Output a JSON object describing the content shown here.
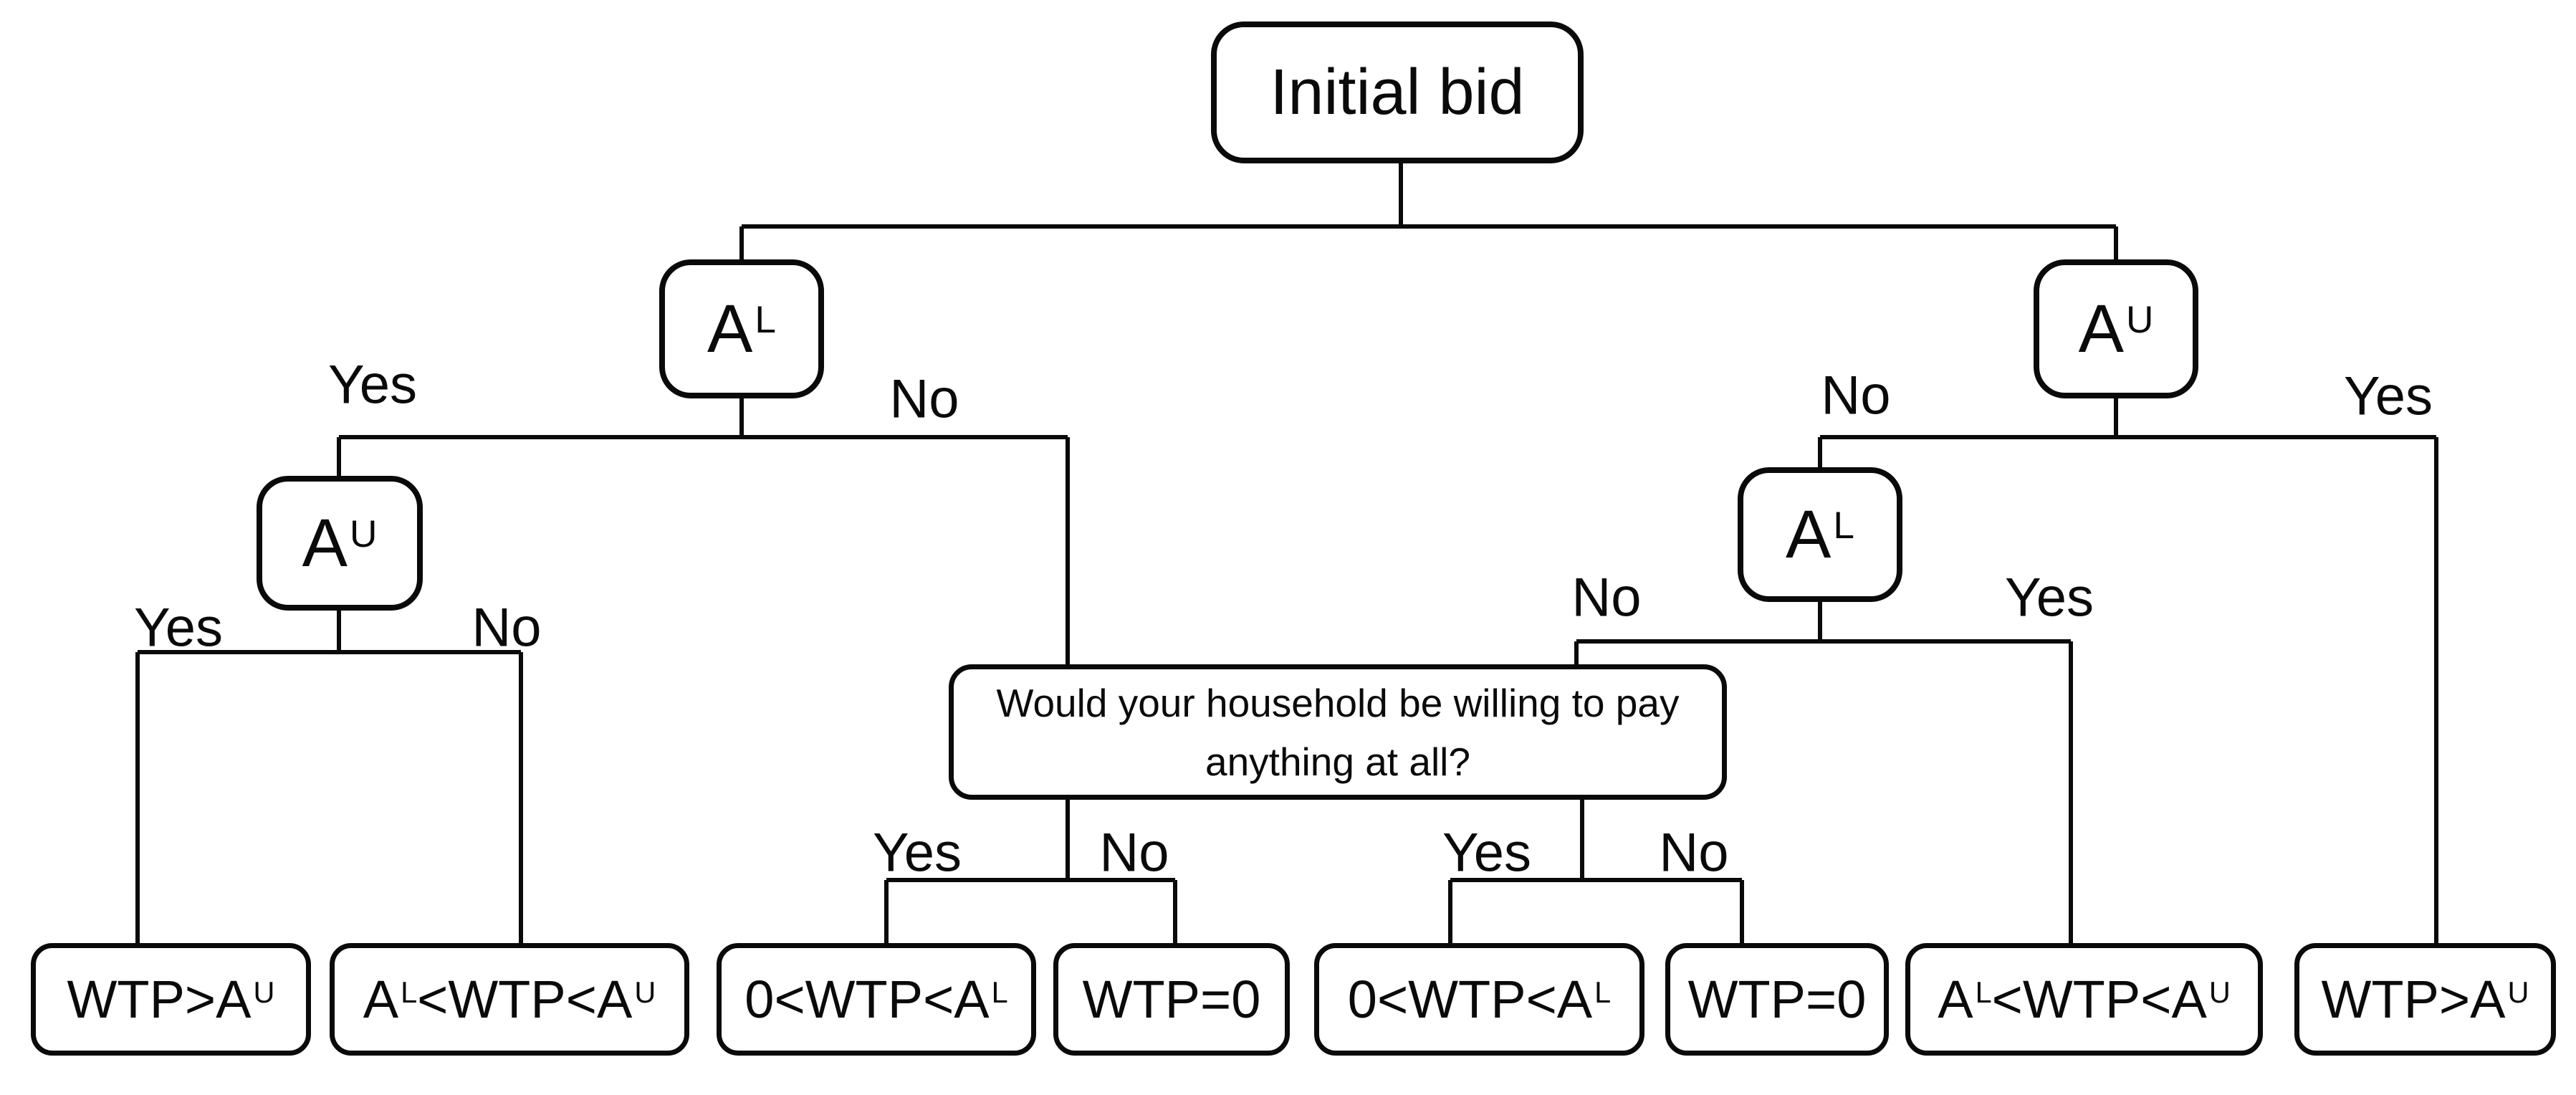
{
  "page": {
    "background_color": "#ffffff",
    "ink_color": "#0a0a0a"
  },
  "diagram": {
    "root": {
      "label": "Initial bid"
    },
    "nodes": {
      "left_al": {
        "base": "A",
        "sup": "L"
      },
      "left_au": {
        "base": "A",
        "sup": "U"
      },
      "right_au": {
        "base": "A",
        "sup": "U"
      },
      "right_al": {
        "base": "A",
        "sup": "L"
      }
    },
    "question": {
      "line1": "Would your household be willing to pay",
      "line2": "anything at all?"
    },
    "branch_labels": {
      "yes": "Yes",
      "no": "No"
    },
    "leaves": [
      {
        "p1": "WTP>A",
        "s1": "U"
      },
      {
        "p1": "A",
        "s1": "L",
        "p2": "<WTP<A",
        "s2": "U"
      },
      {
        "p1": "0<WTP<A",
        "s1": "L"
      },
      {
        "p1": "WTP=0"
      },
      {
        "p1": "0<WTP<A",
        "s1": "L"
      },
      {
        "p1": "WTP=0"
      },
      {
        "p1": "A",
        "s1": "L",
        "p2": "<WTP<A",
        "s2": "U"
      },
      {
        "p1": "WTP>A",
        "s1": "U"
      }
    ]
  }
}
